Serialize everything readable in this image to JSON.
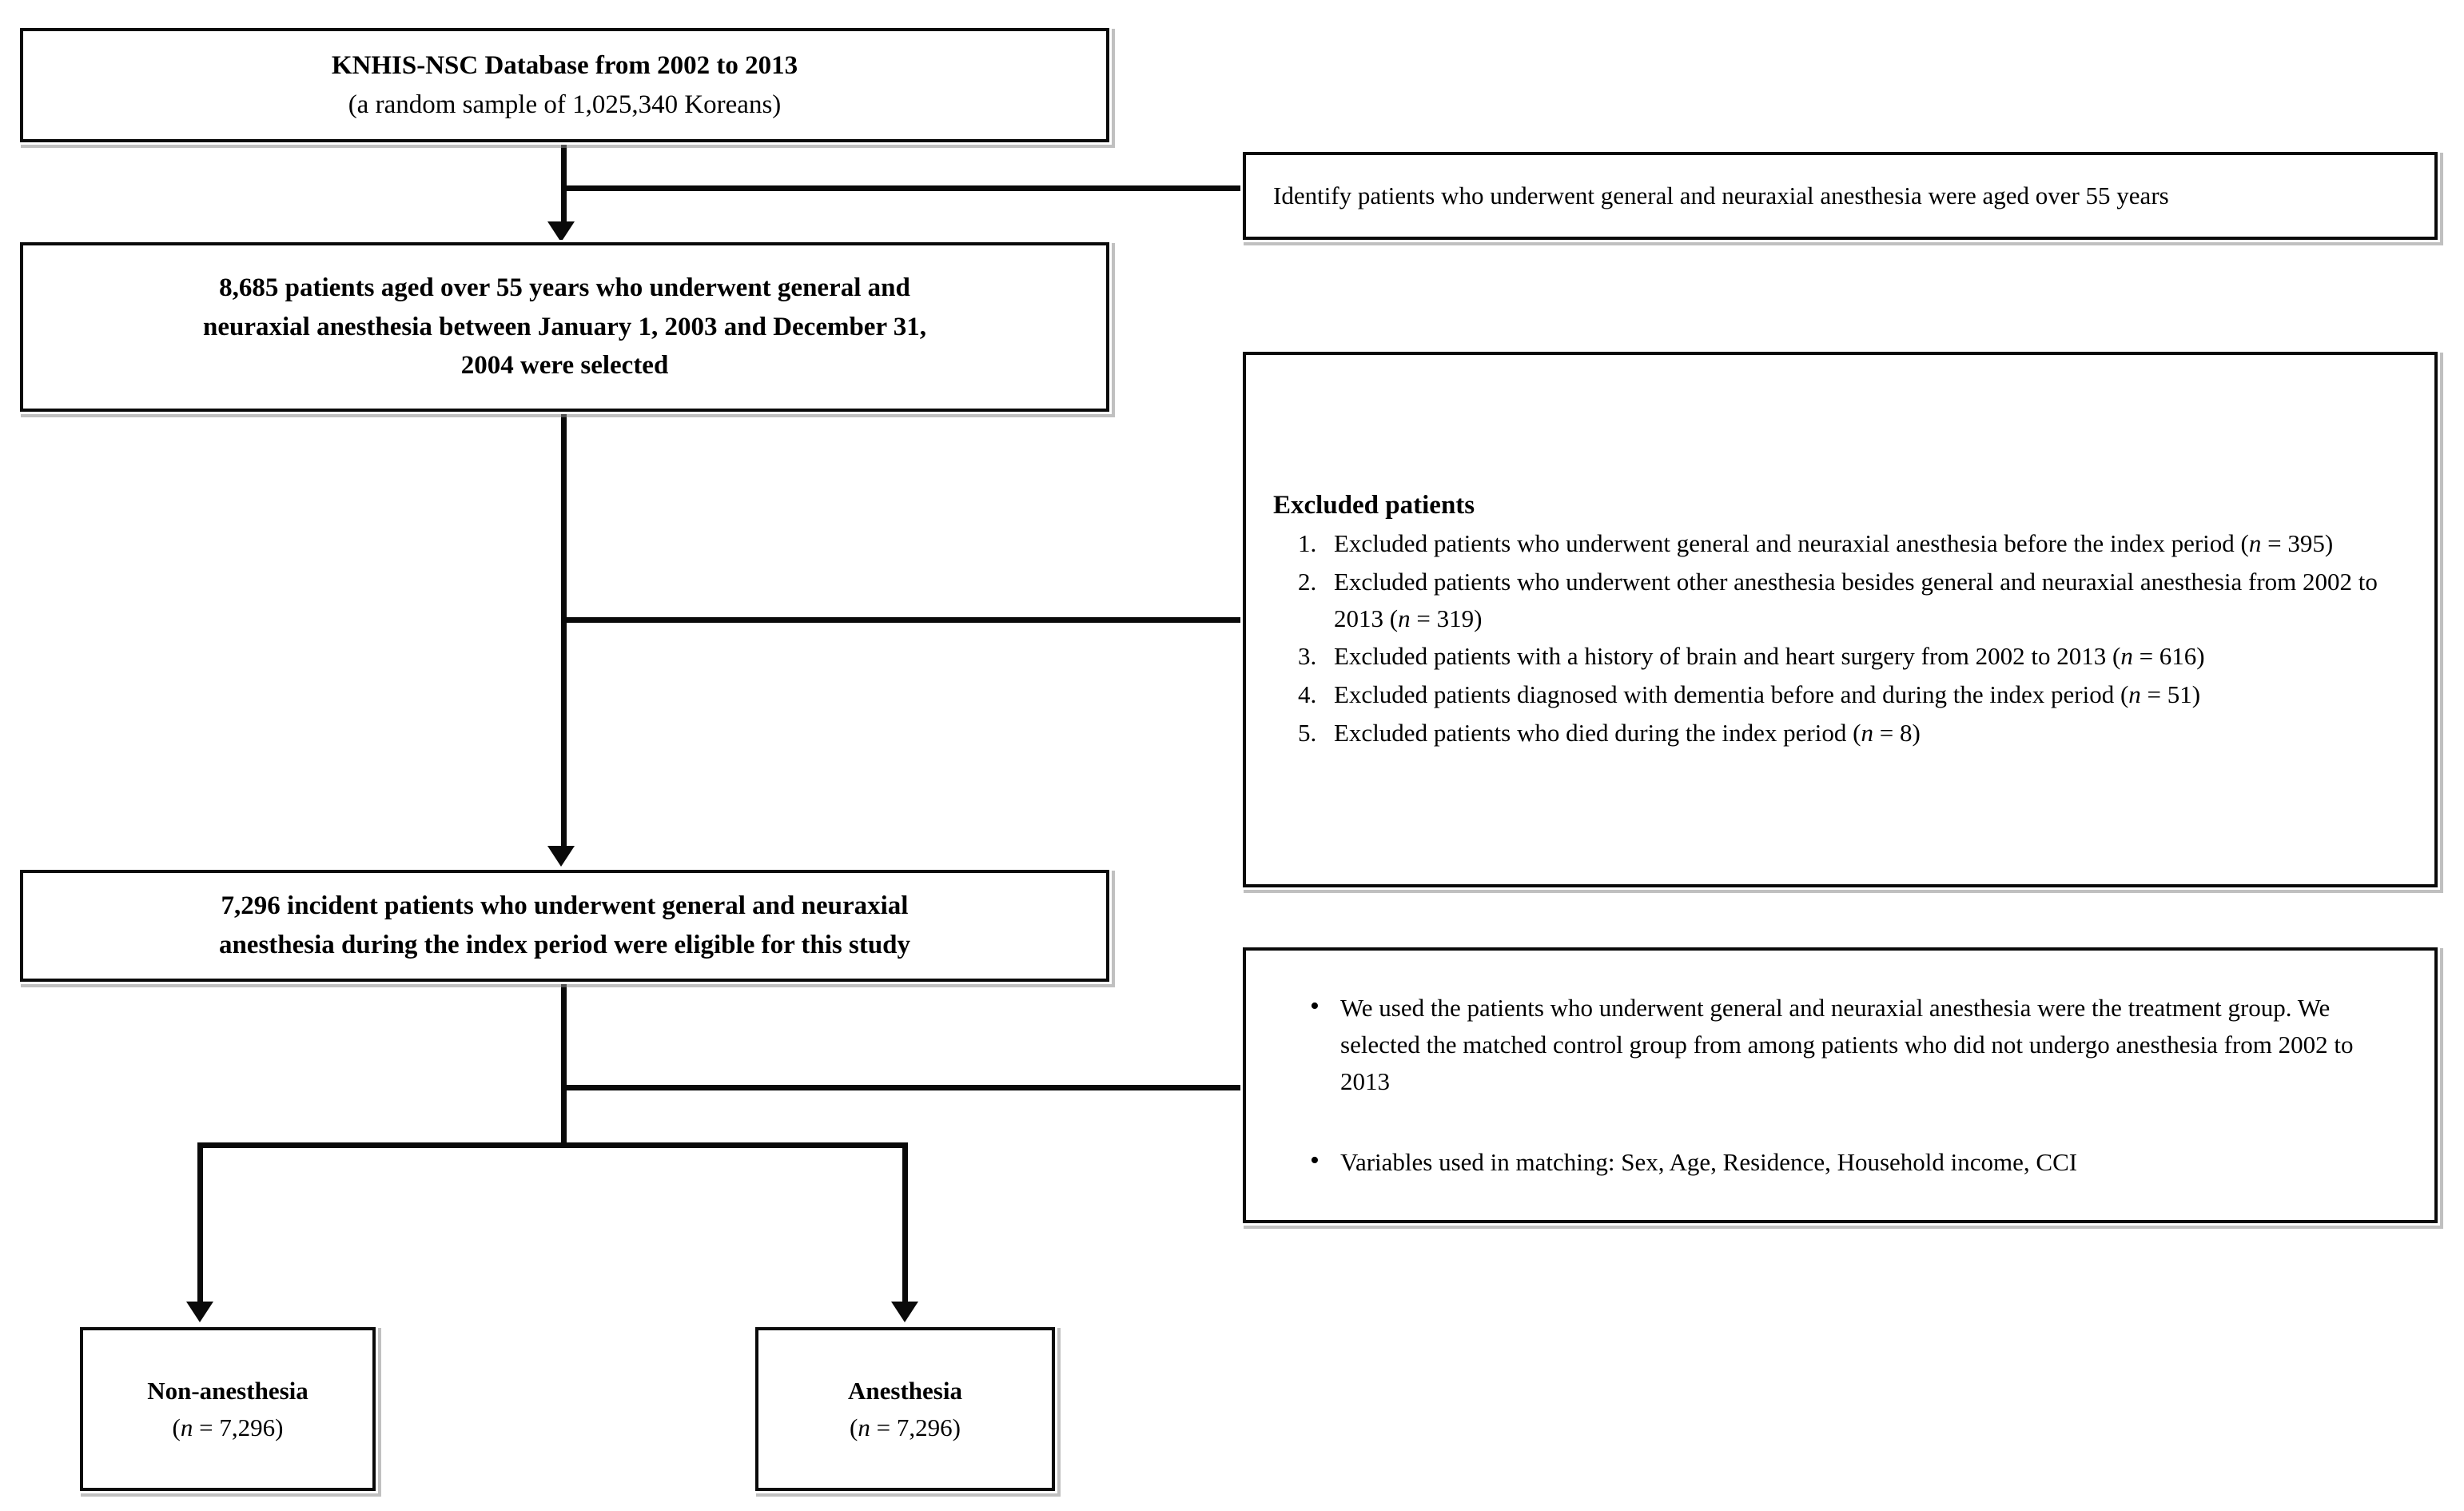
{
  "diagram": {
    "title": "Study population selection flow",
    "accent_color": "#0a0a0a",
    "background_color": "#ffffff"
  },
  "nodes": {
    "source": {
      "line1": "KNHIS-NSC Database from 2002 to 2013",
      "line2": "(a random sample of 1,025,340  Koreans)"
    },
    "identify": {
      "text": "Identify patients who underwent general and neuraxial anesthesia were aged over 55 years"
    },
    "selected": {
      "line1": "8,685 patients aged over 55 years who underwent general and",
      "line2": "neuraxial anesthesia between January 1, 2003 and December 31,",
      "line3": "2004 were selected"
    },
    "excluded": {
      "heading": "Excluded patients",
      "items": [
        {
          "text_before": "Excluded patients who underwent general and neuraxial anesthesia before the index period (",
          "n_label": "n",
          "eq": " = ",
          "n_value": "395",
          "text_after": ")"
        },
        {
          "text_before": "Excluded patients who underwent other anesthesia besides general and neuraxial anesthesia from 2002 to 2013 (",
          "n_label": "n",
          "eq": " = ",
          "n_value": "319",
          "text_after": ")"
        },
        {
          "text_before": "Excluded patients with a history of brain and heart surgery from 2002 to 2013 (",
          "n_label": "n",
          "eq": " = ",
          "n_value": "616",
          "text_after": ")"
        },
        {
          "text_before": "Excluded patients diagnosed with dementia before and during the index period (",
          "n_label": "n",
          "eq": " = ",
          "n_value": "51",
          "text_after": ")"
        },
        {
          "text_before": "Excluded patients who died during the index period (",
          "n_label": "n",
          "eq": " = ",
          "n_value": "8",
          "text_after": ")"
        }
      ]
    },
    "eligible": {
      "line1": "7,296 incident patients who underwent general and neuraxial",
      "line2": "anesthesia during the index period were eligible for this study"
    },
    "matching": {
      "bullets": [
        "We used the patients who underwent general and neuraxial anesthesia were the treatment group. We selected the matched control group from among patients who did not undergo anesthesia from 2002 to 2013",
        "Variables used in matching: Sex, Age, Residence, Household income, CCI"
      ]
    },
    "group_control": {
      "label": "Non-anesthesia",
      "count_open": "(",
      "n_label": "n",
      "eq": " = ",
      "n_value": "7,296",
      "count_close": ")"
    },
    "group_treatment": {
      "label": "Anesthesia",
      "count_open": "(",
      "n_label": "n",
      "eq": " = ",
      "n_value": "7,296",
      "count_close": ")"
    }
  }
}
